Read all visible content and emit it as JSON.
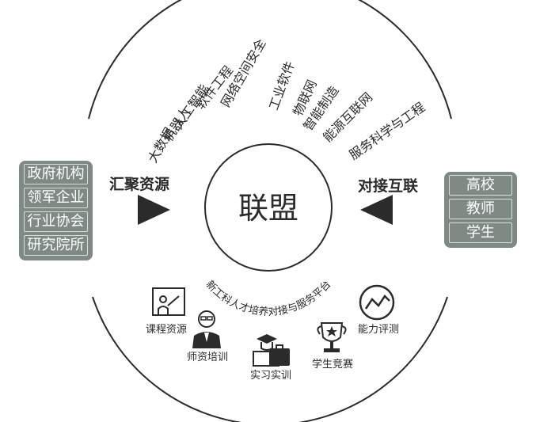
{
  "center": {
    "label": "联盟"
  },
  "platform_label": "新工科人才培养对接与服务平台",
  "left_group": {
    "title": "汇聚资源",
    "items": [
      "政府机构",
      "领军企业",
      "行业协会",
      "研究院所"
    ]
  },
  "right_group": {
    "title": "对接互联",
    "items": [
      "高校",
      "教师",
      "学生"
    ]
  },
  "domains": [
    "大数据",
    "机器人",
    "人工智能",
    "软件工程",
    "网络空间安全",
    "工业软件",
    "物联网",
    "智能制造",
    "能源互联网",
    "服务科学与工程"
  ],
  "services": [
    {
      "label": "课程资源",
      "icon": "presentation-board-icon"
    },
    {
      "label": "师资培训",
      "icon": "teacher-icon"
    },
    {
      "label": "实习实训",
      "icon": "graduate-toolbox-icon"
    },
    {
      "label": "学生竞赛",
      "icon": "trophy-icon"
    },
    {
      "label": "能力评测",
      "icon": "evaluation-chart-icon"
    }
  ],
  "colors": {
    "ink": "#2b2b2b",
    "panel": "#7f8a85",
    "panel_text": "#ffffff"
  }
}
